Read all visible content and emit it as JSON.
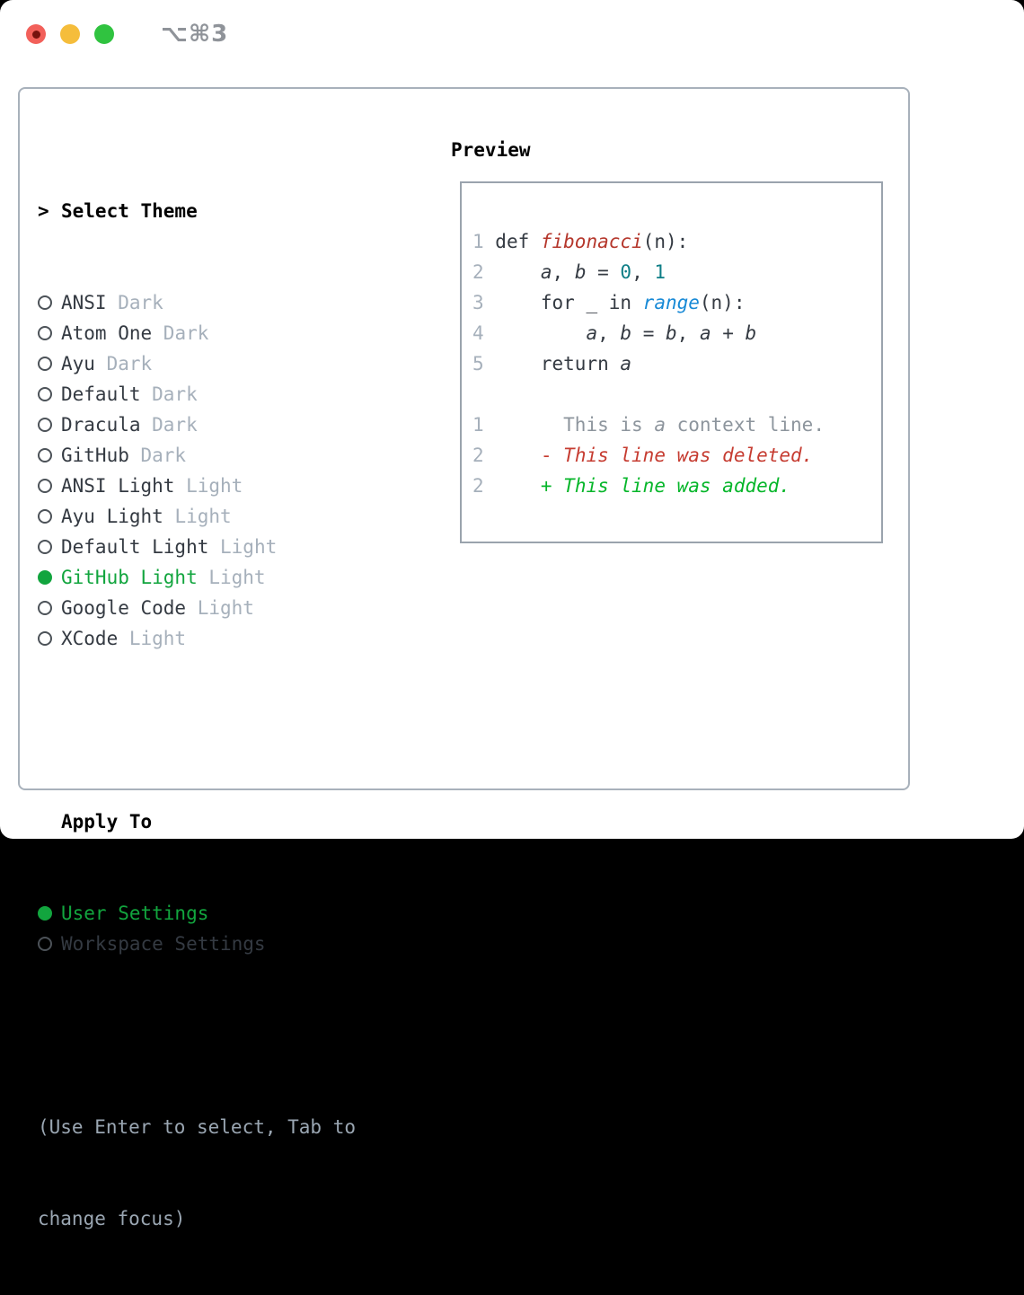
{
  "window": {
    "title": "⌥⌘3",
    "traffic_lights": [
      {
        "name": "close",
        "color": "#f2605a"
      },
      {
        "name": "minimize",
        "color": "#f5bd3b"
      },
      {
        "name": "zoom",
        "color": "#30c340"
      }
    ]
  },
  "theme_picker": {
    "prompt": ">",
    "title": "Select Theme",
    "themes": [
      {
        "name": "ANSI",
        "variant": "Dark",
        "selected": false
      },
      {
        "name": "Atom One",
        "variant": "Dark",
        "selected": false
      },
      {
        "name": "Ayu",
        "variant": "Dark",
        "selected": false
      },
      {
        "name": "Default",
        "variant": "Dark",
        "selected": false
      },
      {
        "name": "Dracula",
        "variant": "Dark",
        "selected": false
      },
      {
        "name": "GitHub",
        "variant": "Dark",
        "selected": false
      },
      {
        "name": "ANSI Light",
        "variant": "Light",
        "selected": false
      },
      {
        "name": "Ayu Light",
        "variant": "Light",
        "selected": false
      },
      {
        "name": "Default Light",
        "variant": "Light",
        "selected": false
      },
      {
        "name": "GitHub Light",
        "variant": "Light",
        "selected": true
      },
      {
        "name": "Google Code",
        "variant": "Light",
        "selected": false
      },
      {
        "name": "XCode",
        "variant": "Light",
        "selected": false
      }
    ],
    "apply_to": {
      "title": "Apply To",
      "options": [
        {
          "label": "User Settings",
          "selected": true
        },
        {
          "label": "Workspace Settings",
          "selected": false
        }
      ]
    },
    "hint_lines": [
      "(Use Enter to select, Tab to",
      "change focus)"
    ]
  },
  "preview": {
    "title": "Preview",
    "code_lines": [
      {
        "num": "1",
        "tokens": [
          {
            "text": "def ",
            "style": "pl"
          },
          {
            "text": "fibonacci",
            "style": "fn"
          },
          {
            "text": "(n):",
            "style": "pl"
          }
        ]
      },
      {
        "num": "2",
        "tokens": [
          {
            "text": "    ",
            "style": "pl"
          },
          {
            "text": "a",
            "style": "var"
          },
          {
            "text": ", ",
            "style": "pl"
          },
          {
            "text": "b",
            "style": "var"
          },
          {
            "text": " = ",
            "style": "pl"
          },
          {
            "text": "0",
            "style": "num"
          },
          {
            "text": ", ",
            "style": "pl"
          },
          {
            "text": "1",
            "style": "num"
          }
        ]
      },
      {
        "num": "3",
        "tokens": [
          {
            "text": "    for _ in ",
            "style": "pl"
          },
          {
            "text": "range",
            "style": "bi"
          },
          {
            "text": "(n):",
            "style": "pl"
          }
        ]
      },
      {
        "num": "4",
        "tokens": [
          {
            "text": "        ",
            "style": "pl"
          },
          {
            "text": "a",
            "style": "var"
          },
          {
            "text": ", ",
            "style": "pl"
          },
          {
            "text": "b",
            "style": "var"
          },
          {
            "text": " = ",
            "style": "pl"
          },
          {
            "text": "b",
            "style": "var"
          },
          {
            "text": ", ",
            "style": "pl"
          },
          {
            "text": "a",
            "style": "var"
          },
          {
            "text": " + ",
            "style": "pl"
          },
          {
            "text": "b",
            "style": "var"
          }
        ]
      },
      {
        "num": "5",
        "tokens": [
          {
            "text": "    return ",
            "style": "pl"
          },
          {
            "text": "a",
            "style": "var"
          }
        ]
      },
      {
        "num": "",
        "tokens": []
      },
      {
        "num": "1",
        "tokens": [
          {
            "text": "      ",
            "style": "ctx"
          },
          {
            "text": "This is ",
            "style": "ctx"
          },
          {
            "text": "a",
            "style": "ctx-i"
          },
          {
            "text": " context line.",
            "style": "ctx"
          }
        ]
      },
      {
        "num": "2",
        "tokens": [
          {
            "text": "    ",
            "style": "pl"
          },
          {
            "text": "- ",
            "style": "del-m"
          },
          {
            "text": "This line was deleted.",
            "style": "del"
          }
        ]
      },
      {
        "num": "2",
        "tokens": [
          {
            "text": "    ",
            "style": "pl"
          },
          {
            "text": "+ ",
            "style": "add-m"
          },
          {
            "text": "This line was added.",
            "style": "add"
          }
        ]
      }
    ]
  },
  "colors": {
    "selected_green": "#12a53e",
    "added_green": "#06b62a",
    "deleted_red": "#c63c31",
    "function_red": "#b5372c",
    "builtin_blue": "#1789d6",
    "number_teal": "#0e7e86",
    "dim_gray": "#a6b0bb",
    "hint_gray": "#9aa6b2",
    "border_gray": "#a8b1bb"
  }
}
